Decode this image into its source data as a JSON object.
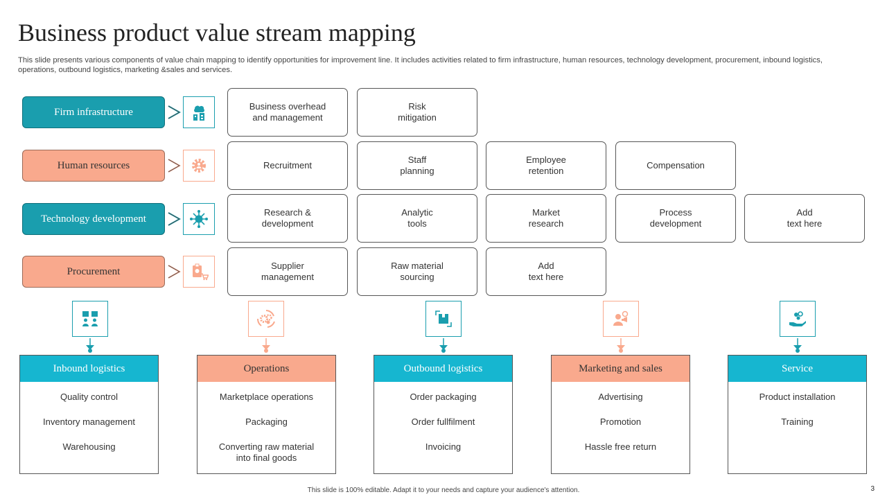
{
  "title": "Business product value stream mapping",
  "subtitle": "This slide presents various components of value chain mapping  to identify opportunities for improvement line. It includes activities related to firm infrastructure, human resources, technology development, procurement, inbound logistics, operations, outbound logistics, marketing &sales and services.",
  "colors": {
    "teal": "#1a9eae",
    "bright_teal": "#16b6d0",
    "salmon": "#f9a98d"
  },
  "support": [
    {
      "label": "Firm infrastructure",
      "icon": "building-cloud-icon",
      "activities": [
        "Business overhead\nand management",
        "Risk\nmitigation"
      ]
    },
    {
      "label": "Human resources",
      "icon": "gear-people-icon",
      "activities": [
        "Recruitment",
        "Staff\nplanning",
        "Employee\nretention",
        "Compensation"
      ]
    },
    {
      "label": "Technology  development",
      "icon": "network-hub-icon",
      "activities": [
        "Research &\ndevelopment",
        "Analytic\ntools",
        "Market\nresearch",
        "Process\ndevelopment",
        "Add\ntext here"
      ]
    },
    {
      "label": "Procurement",
      "icon": "clipboard-cart-icon",
      "activities": [
        "Supplier\nmanagement",
        "Raw material\nsourcing",
        "Add\ntext here"
      ]
    }
  ],
  "primary": [
    {
      "title": "Inbound logistics",
      "icon": "people-boxes-icon",
      "items": [
        "Quality control",
        "Inventory  management",
        "Warehousing"
      ]
    },
    {
      "title": "Operations",
      "icon": "gears-cycle-icon",
      "items": [
        "Marketplace operations",
        "Packaging",
        "Converting  raw material\ninto final goods"
      ]
    },
    {
      "title": "Outbound logistics",
      "icon": "box-arrows-icon",
      "items": [
        "Order packaging",
        "Order fullfilment",
        "Invoicing"
      ]
    },
    {
      "title": "Marketing  and sales",
      "icon": "person-megaphone-icon",
      "items": [
        "Advertising",
        "Promotion",
        "Hassle free  return"
      ]
    },
    {
      "title": "Service",
      "icon": "hand-service-icon",
      "items": [
        "Product installation",
        "Training"
      ]
    }
  ],
  "footer": "This slide is 100% editable.  Adapt it to your needs and capture your audience's attention.",
  "page_number": "3"
}
